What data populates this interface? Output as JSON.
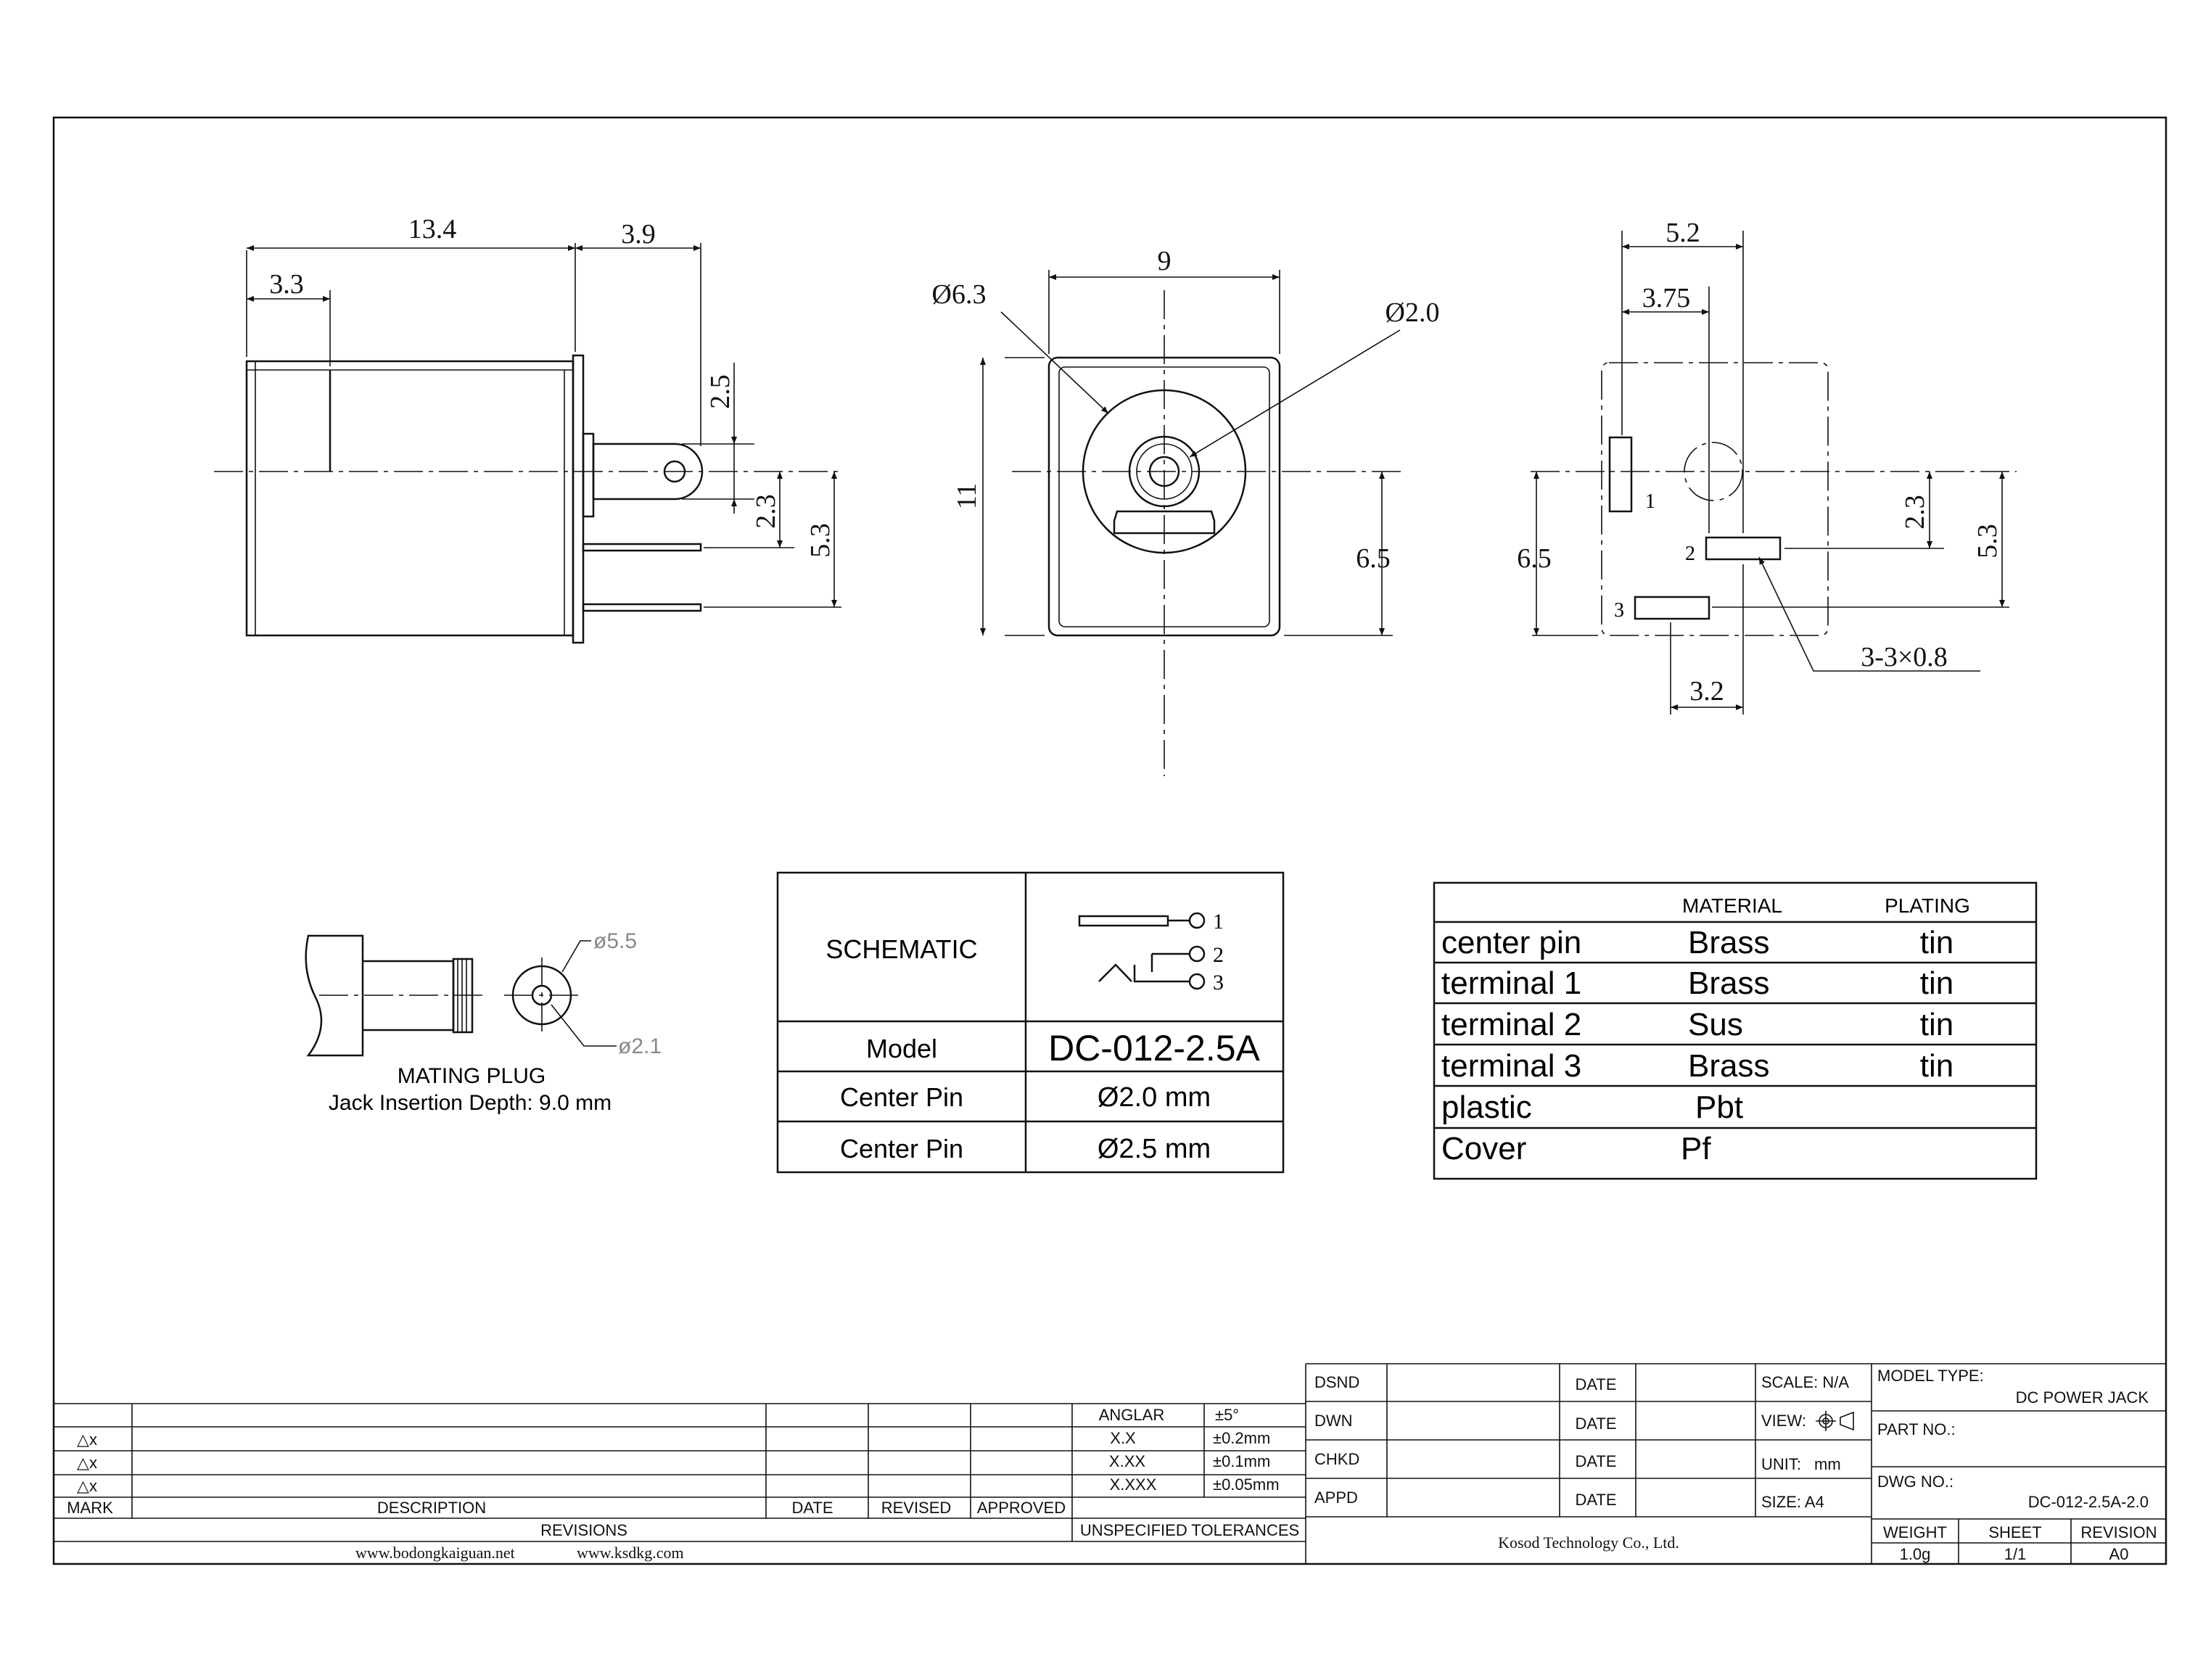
{
  "side_view": {
    "dims": [
      "13.4",
      "3.9",
      "3.3",
      "2.5",
      "2.3",
      "5.3"
    ]
  },
  "front_view": {
    "dims": [
      "9",
      "Ø6.3",
      "Ø2.0",
      "11",
      "6.5"
    ]
  },
  "bottom_view": {
    "dims": [
      "5.2",
      "3.75",
      "6.5",
      "2.3",
      "5.3",
      "3.2",
      "3-3×0.8"
    ],
    "pin_labels": [
      "1",
      "2",
      "3"
    ]
  },
  "mating_plug": {
    "outer_dia": "ø5.5",
    "inner_dia": "ø2.1",
    "title": "MATING PLUG",
    "caption": "Jack Insertion Depth: 9.0 mm"
  },
  "spec_table": {
    "schematic_label": "SCHEMATIC",
    "schematic_pins": [
      "1",
      "2",
      "3"
    ],
    "rows": [
      {
        "label": "Model",
        "value": "DC-012-2.5A"
      },
      {
        "label": "Center Pin",
        "value": "Ø2.0 mm"
      },
      {
        "label": "Center Pin",
        "value": "Ø2.5 mm"
      }
    ]
  },
  "material_table": {
    "headers": [
      "MATERIAL",
      "PLATING"
    ],
    "rows": [
      {
        "part": "center pin",
        "material": "Brass",
        "plating": "tin"
      },
      {
        "part": "terminal 1",
        "material": "Brass",
        "plating": "tin"
      },
      {
        "part": "terminal 2",
        "material": "Sus",
        "plating": "tin"
      },
      {
        "part": "terminal 3",
        "material": "Brass",
        "plating": "tin"
      },
      {
        "part": "plastic",
        "material": "Pbt",
        "plating": ""
      },
      {
        "part": "Cover",
        "material": "Pf",
        "plating": ""
      }
    ]
  },
  "revisions": {
    "rows": [
      "△x",
      "△x",
      "△x"
    ],
    "col_mark": "MARK",
    "col_description": "DESCRIPTION",
    "col_date": "DATE",
    "col_revised": "REVISED",
    "col_approved": "APPROVED",
    "title": "REVISIONS",
    "websites": [
      "www.bodongkaiguan.net",
      "www.ksdkg.com"
    ]
  },
  "tolerances": {
    "rows": [
      {
        "label": "ANGLAR",
        "value": "±5°"
      },
      {
        "label": "X.X",
        "value": "±0.2mm"
      },
      {
        "label": "X.XX",
        "value": "±0.1mm"
      },
      {
        "label": "X.XXX",
        "value": "±0.05mm"
      }
    ],
    "title": "UNSPECIFIED TOLERANCES"
  },
  "title_block": {
    "signoffs": [
      "DSND",
      "DWN",
      "CHKD",
      "APPD"
    ],
    "date_label": "DATE",
    "scale": "SCALE: N/A",
    "view": "VIEW:",
    "unit_label": "UNIT:",
    "unit_value": "mm",
    "size": "SIZE: A4",
    "company": "Kosod Technology Co., Ltd.",
    "model_type_label": "MODEL TYPE:",
    "model_type_value": "DC POWER JACK",
    "part_no_label": "PART NO.:",
    "dwg_no_label": "DWG NO.:",
    "dwg_no_value": "DC-012-2.5A-2.0",
    "weight_label": "WEIGHT",
    "weight_value": "1.0g",
    "sheet_label": "SHEET",
    "sheet_value": "1/1",
    "revision_label": "REVISION",
    "revision_value": "A0"
  }
}
